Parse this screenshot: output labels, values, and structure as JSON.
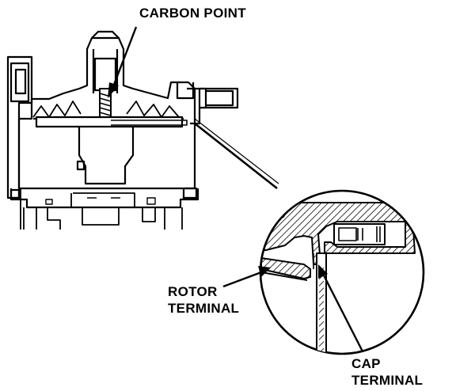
{
  "labels": {
    "carbon_point": "CARBON POINT",
    "rotor_terminal": [
      "ROTOR",
      "TERMINAL"
    ],
    "cap_terminal": [
      "CAP",
      "TERMINAL"
    ]
  },
  "colors": {
    "ink": "#000000",
    "paper": "#ffffff"
  }
}
